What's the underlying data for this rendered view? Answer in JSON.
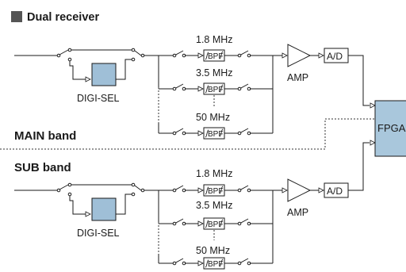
{
  "title": "Dual receiver",
  "title_marker_color": "#555555",
  "main_band_label": "MAIN band",
  "sub_band_label": "SUB band",
  "fpga_label": "FPGA",
  "colors": {
    "digi_sel_fill": "#9fbfd7",
    "fpga_fill": "#a9c7dc"
  },
  "receivers": [
    {
      "name": "main",
      "digi_sel_label": "DIGI-SEL",
      "amp_label": "AMP",
      "adc_label": "A/D",
      "filters": [
        {
          "freq": "1.8 MHz",
          "label": "BPF"
        },
        {
          "freq": "3.5 MHz",
          "label": "BPF"
        },
        {
          "freq": "50 MHz",
          "label": "BPF"
        }
      ]
    },
    {
      "name": "sub",
      "digi_sel_label": "DIGI-SEL",
      "amp_label": "AMP",
      "adc_label": "A/D",
      "filters": [
        {
          "freq": "1.8 MHz",
          "label": "BPF"
        },
        {
          "freq": "3.5 MHz",
          "label": "BPF"
        },
        {
          "freq": "50 MHz",
          "label": "BPF"
        }
      ]
    }
  ]
}
